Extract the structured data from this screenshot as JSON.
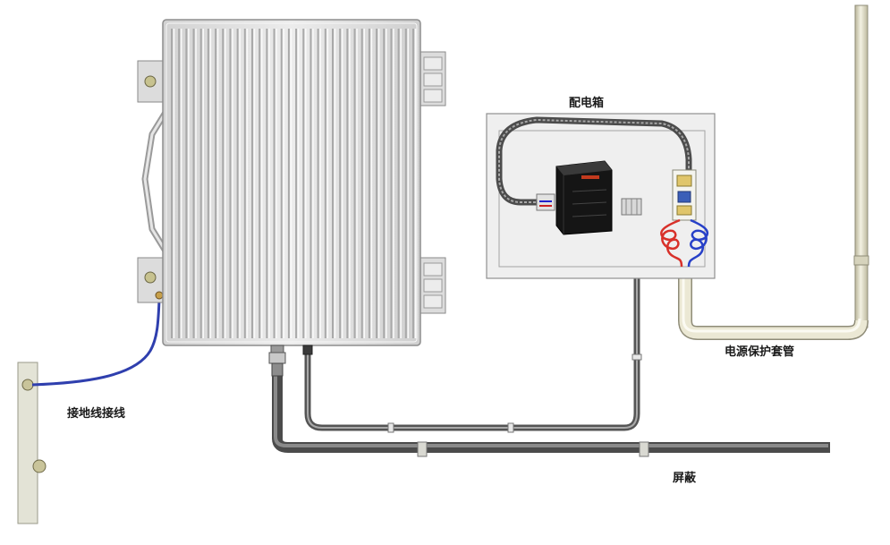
{
  "labels": {
    "distribution_box": "配电箱",
    "power_conduit": "电源保护套管",
    "ground_bar": "接地线接线",
    "cable": "屏蔽"
  },
  "colors": {
    "enclosure_fill": "#e4e4e4",
    "enclosure_fin": "#b8b8b8",
    "cable_gray": "#6f6f6f",
    "conduit_fill": "#e3e0c8",
    "ground_wire": "#2f3fae",
    "live_wire": "#d8312a",
    "neutral_wire": "#2740c8",
    "equipment_black": "#151515"
  }
}
